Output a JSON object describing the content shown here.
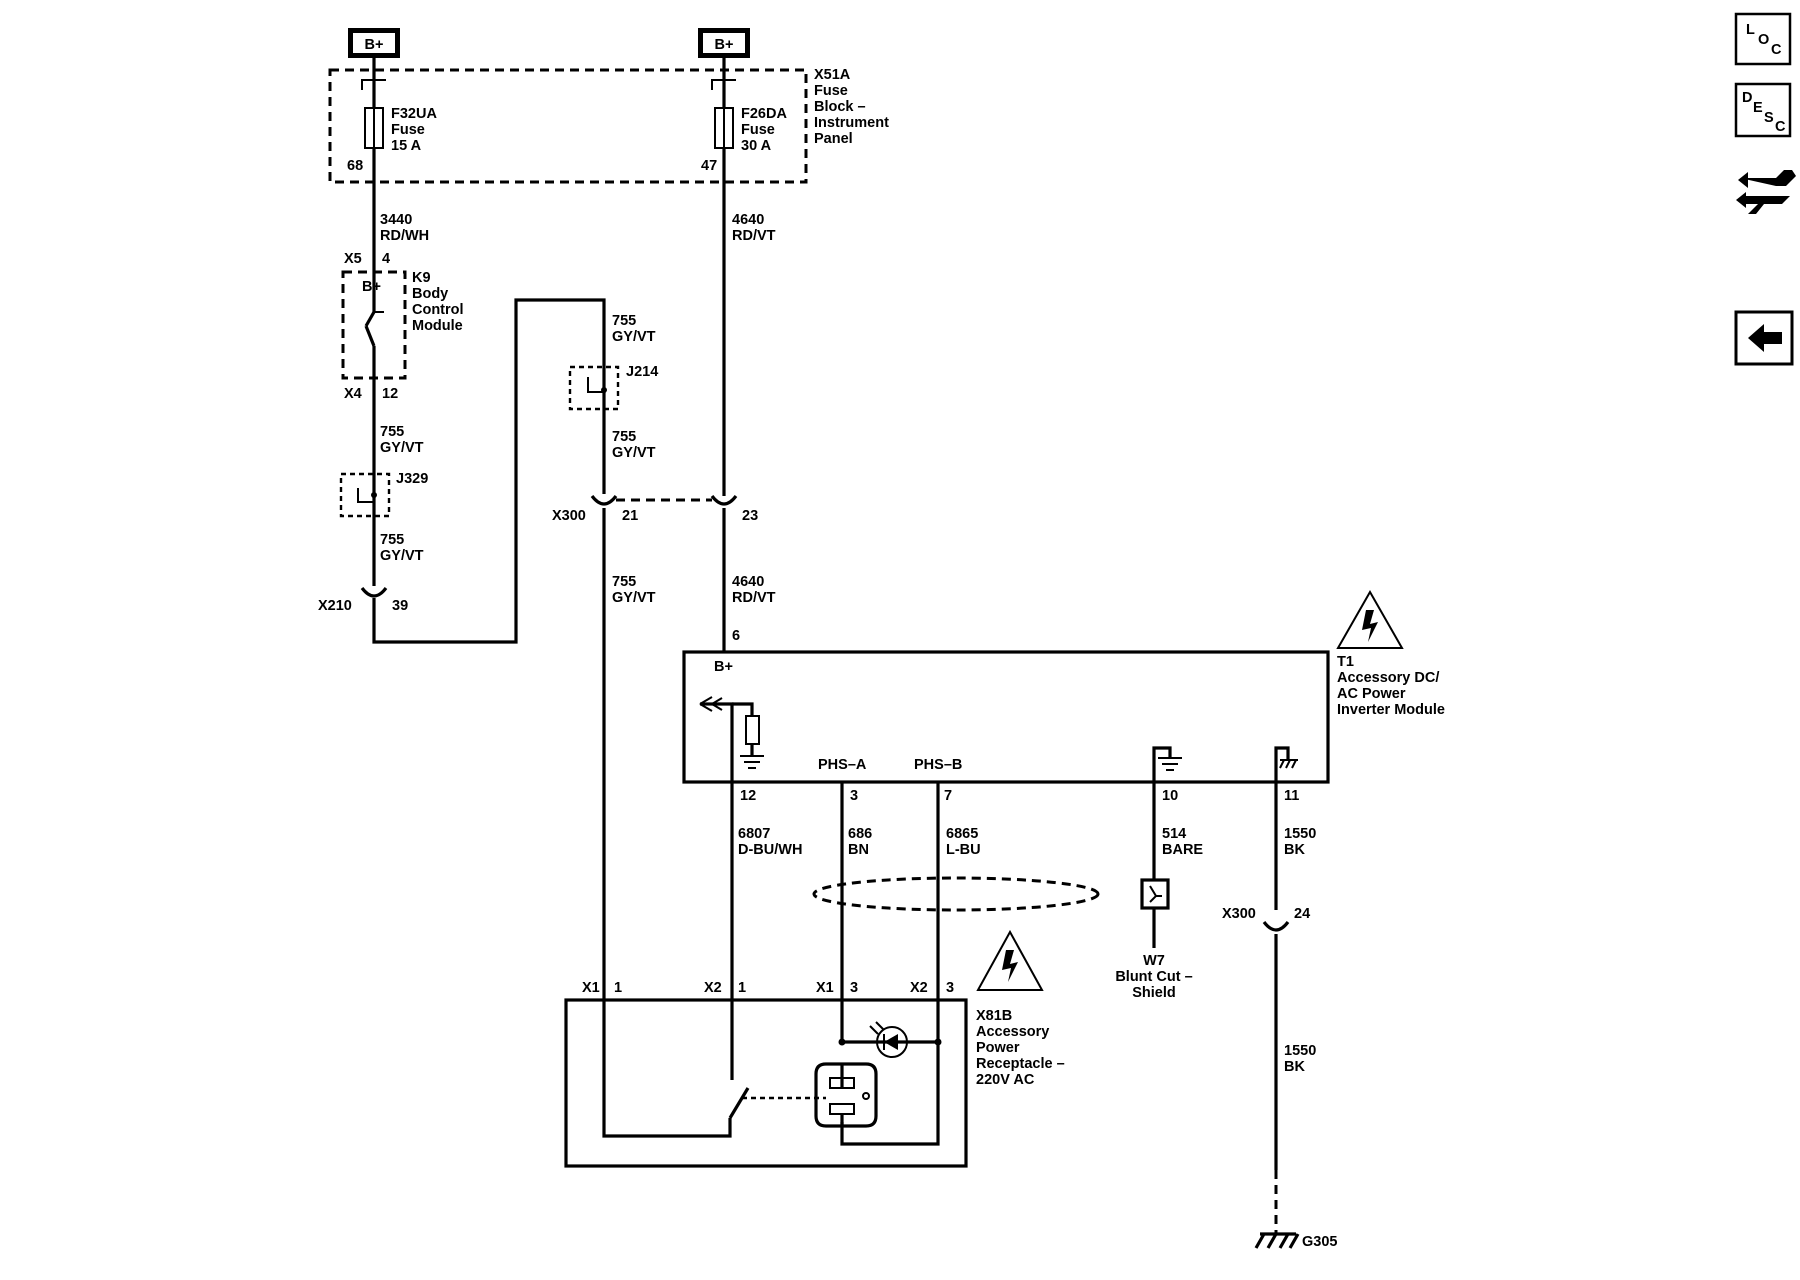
{
  "fuse_block": {
    "power_label_left": "B+",
    "power_label_right": "B+",
    "name": [
      "X51A",
      "Fuse",
      "Block –",
      "Instrument",
      "Panel"
    ],
    "fuse_left": {
      "name": [
        "F32UA",
        "Fuse",
        "15 A"
      ],
      "pin": "68"
    },
    "fuse_right": {
      "name": [
        "F26DA",
        "Fuse",
        "30 A"
      ],
      "pin": "47"
    }
  },
  "wires": {
    "w3440": [
      "3440",
      "RD/WH"
    ],
    "w4640_top": [
      "4640",
      "RD/VT"
    ],
    "w755_a": [
      "755",
      "GY/VT"
    ],
    "w755_b": [
      "755",
      "GY/VT"
    ],
    "w755_c": [
      "755",
      "GY/VT"
    ],
    "w755_d": [
      "755",
      "GY/VT"
    ],
    "w755_e": [
      "755",
      "GY/VT"
    ],
    "w4640_bot": [
      "4640",
      "RD/VT"
    ],
    "w6807": [
      "6807",
      "D-BU/WH"
    ],
    "w686": [
      "686",
      "BN"
    ],
    "w6865": [
      "6865",
      "L-BU"
    ],
    "w514": [
      "514",
      "BARE"
    ],
    "w1550_a": [
      "1550",
      "BK"
    ],
    "w1550_b": [
      "1550",
      "BK"
    ]
  },
  "bcm": {
    "name": [
      "K9",
      "Body",
      "Control",
      "Module"
    ],
    "b_plus": "B+",
    "x5": "X5",
    "x5_pin": "4",
    "x4": "X4",
    "x4_pin": "12"
  },
  "splices": {
    "j214": "J214",
    "j329": "J329"
  },
  "connectors": {
    "x210": "X210",
    "x210_pin": "39",
    "x300": "X300",
    "x300_pin21": "21",
    "x300_pin23": "23",
    "x300_b": "X300",
    "x300_pin24": "24"
  },
  "inverter": {
    "name": [
      "T1",
      "Accessory DC/",
      "AC Power",
      "Inverter Module"
    ],
    "b_plus": "B+",
    "pin_b_plus": "6",
    "phs_a": "PHS–A",
    "phs_b": "PHS–B",
    "pin12": "12",
    "pin3": "3",
    "pin7": "7",
    "pin10": "10",
    "pin11": "11"
  },
  "shield": {
    "name": [
      "W7",
      "Blunt Cut –",
      "Shield"
    ]
  },
  "receptacle": {
    "name": [
      "X81B",
      "Accessory",
      "Power",
      "Receptacle –",
      "220V AC"
    ],
    "x1a": "X1",
    "x1a_pin": "1",
    "x2a": "X2",
    "x2a_pin": "1",
    "x1b": "X1",
    "x1b_pin": "3",
    "x2b": "X2",
    "x2b_pin": "3"
  },
  "ground": {
    "name": "G305"
  },
  "nav": {
    "loc": [
      "L",
      "O",
      "C"
    ],
    "desc": [
      "D",
      "E",
      "S",
      "C"
    ]
  }
}
